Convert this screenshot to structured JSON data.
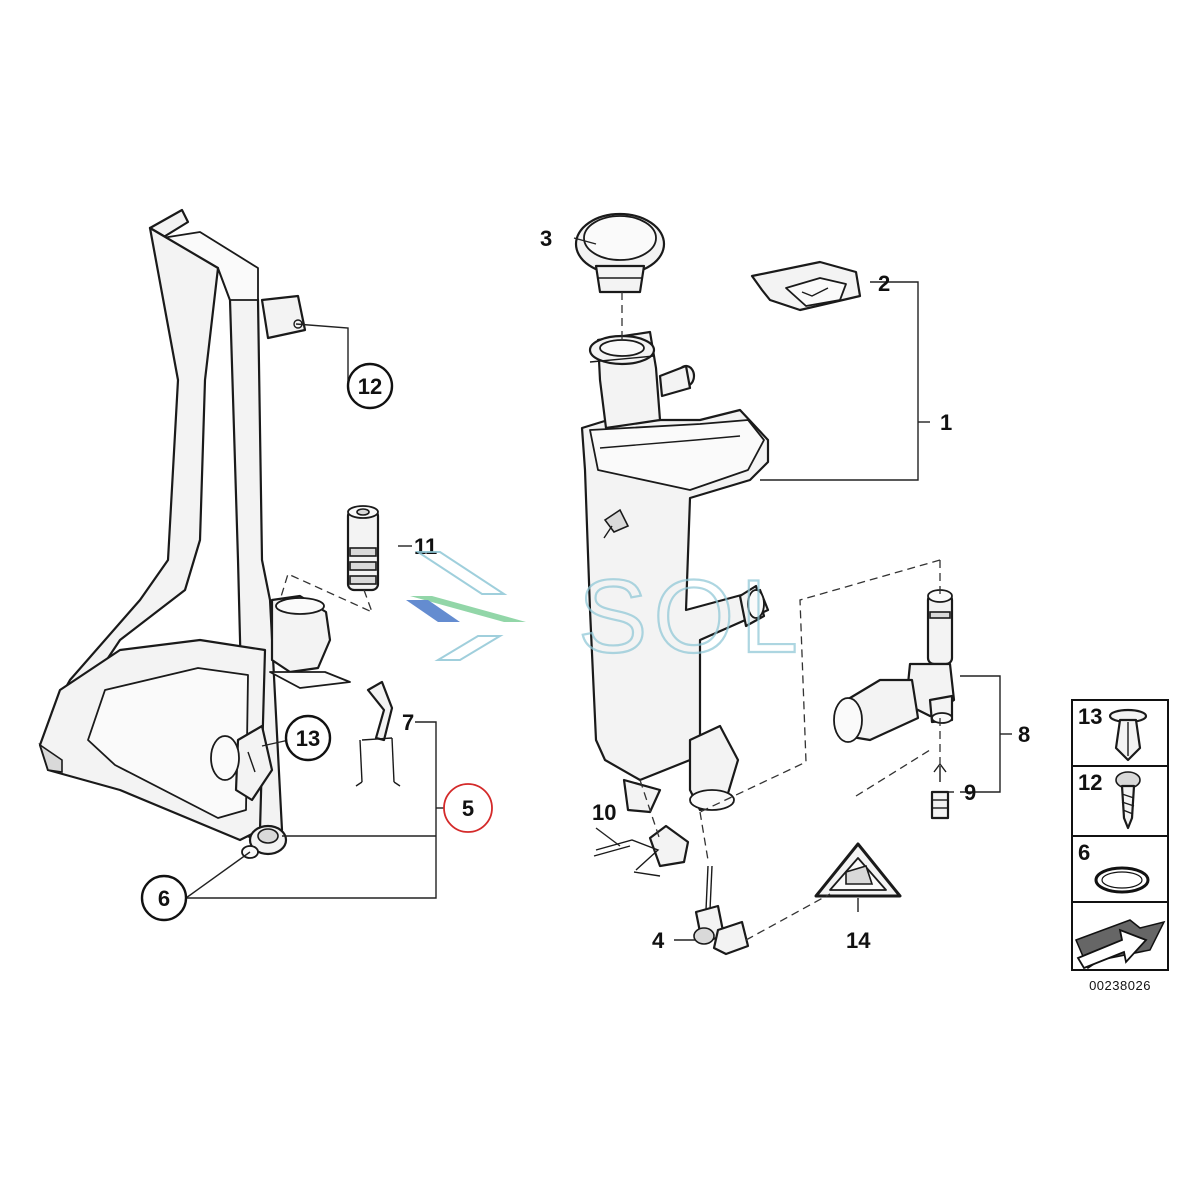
{
  "callouts": {
    "c1": "1",
    "c2": "2",
    "c3": "3",
    "c4": "4",
    "c5": "5",
    "c6": "6",
    "c7": "7",
    "c8": "8",
    "c9": "9",
    "c10": "10",
    "c11": "11",
    "c12": "12",
    "c13": "13",
    "c14": "14"
  },
  "legend": {
    "item_13": "13",
    "item_12": "12",
    "item_6": "6"
  },
  "reference_code": "00238026",
  "watermark": "SOL",
  "colors": {
    "highlight_circle": "#d42a2a",
    "watermark": "#8fc7d6",
    "watermark_green": "#7fcf9a",
    "watermark_blue": "#4a78c8",
    "line": "#1a1a1a"
  }
}
